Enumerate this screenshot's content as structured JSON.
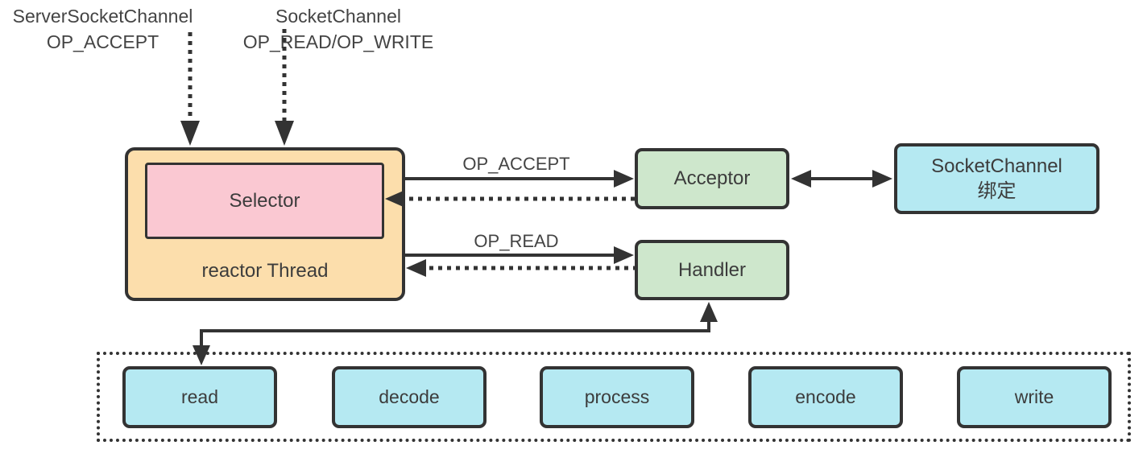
{
  "colors": {
    "reactor_fill": "#FCDEAC",
    "selector_fill": "#FAC8D2",
    "acceptor_handler_fill": "#CEE7CC",
    "channel_pipeline_fill": "#B5E9F2",
    "stroke": "#333333",
    "text": "#3C3C3C"
  },
  "annotations": {
    "server_socket_channel": {
      "line1": "ServerSocketChannel",
      "line2": "OP_ACCEPT"
    },
    "socket_channel": {
      "line1": "SocketChannel",
      "line2": "OP_READ/OP_WRITE"
    }
  },
  "nodes": {
    "selector": "Selector",
    "reactor_thread": "reactor Thread",
    "acceptor": "Acceptor",
    "handler": "Handler",
    "socket_bind": {
      "line1": "SocketChannel",
      "line2": "绑定"
    }
  },
  "edge_labels": {
    "op_accept": "OP_ACCEPT",
    "op_read": "OP_READ"
  },
  "pipeline": {
    "steps": [
      "read",
      "decode",
      "process",
      "encode",
      "write"
    ]
  }
}
